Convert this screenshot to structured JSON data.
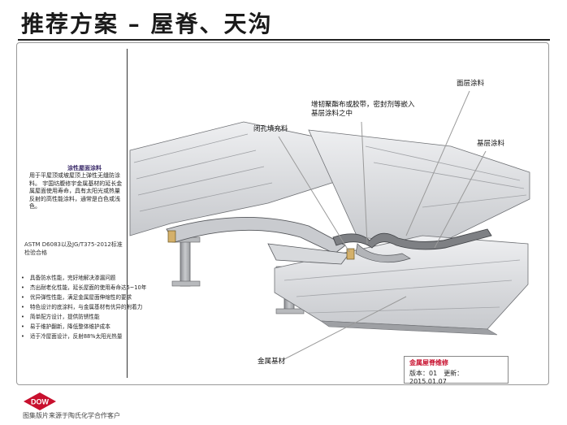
{
  "header": {
    "title": "推荐方案 – 屋脊、天沟"
  },
  "sidebar": {
    "product_title": "涂性屋面涂料",
    "product_desc": "用于平屋顶或坡屋顶上弹性无缝防涂料。 宇国坊腹修宇金属基材的延长金属屋面使用寿命，具有太阳光或热量反射的高性能涂料，通常是白色或浅色。",
    "standard_text": "ASTM D6083以及JG/T375-2012标准检验合格",
    "bullets": [
      "具备防水性能，完好地解决渗漏问题",
      "杰出耐老化性能，延长屋面的使用寿命达5~10年",
      "优异弹性性能，满足金属屋面伸缩性的要求",
      "特色设计的底涂料，与金属基材有优异的附着力",
      "简单配方设计，提供防锈性能",
      "易于维护翻新，降低整体维护成本",
      "适于冷屋面设计，反射88%太阳光热量"
    ]
  },
  "diagram": {
    "callouts": {
      "top_coat": "面层涂料",
      "reinforcement": "增韧聚酯布或胶带，密封剂等嵌入基层涂料之中",
      "closed_cell_filler": "闭孔填充料",
      "base_coat": "基层涂料",
      "metal_substrate": "金属基材"
    },
    "colors": {
      "panel": "#d6d8dc",
      "steel": "#a7a9ad",
      "seam": "#d4b06a",
      "callout_line": "#9a9a9a"
    }
  },
  "info_box": {
    "title": "金属屋脊维修",
    "version_label": "版本：01",
    "update_label": "更新：2015.01.07"
  },
  "brand": {
    "logo_text": "DOW",
    "logo_color": "#c8102e"
  },
  "footer": {
    "caption": "图集版片来源于陶氏化学合作客户"
  }
}
